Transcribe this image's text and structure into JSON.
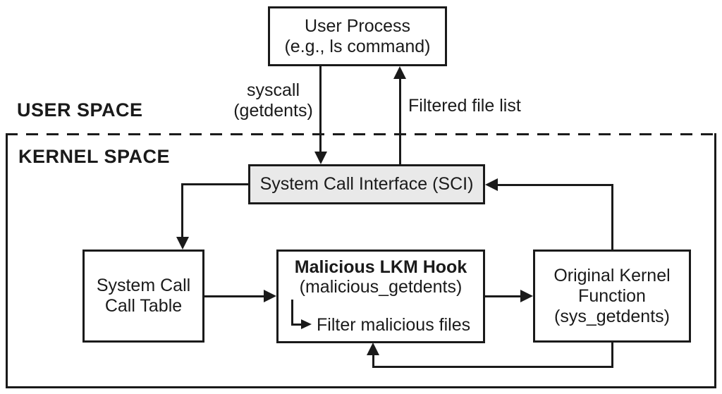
{
  "diagram": {
    "regions": {
      "user_space_label": "USER SPACE",
      "kernel_space_label": "KERNEL SPACE"
    },
    "nodes": {
      "user_process": {
        "line1": "User Process",
        "line2": "(e.g., ls command)"
      },
      "system_call_interface": {
        "label": "System Call Interface (SCI)"
      },
      "system_call_table": {
        "line1": "System Call",
        "line2": "Call Table"
      },
      "malicious_lkm_hook": {
        "title": "Malicious LKM Hook",
        "subtitle": "(malicious_getdents)",
        "action": "Filter malicious files"
      },
      "original_kernel_function": {
        "line1": "Original Kernel",
        "line2": "Function",
        "line3": "(sys_getdents)"
      }
    },
    "edge_labels": {
      "syscall": {
        "line1": "syscall",
        "line2": "(getdents)"
      },
      "filtered_file_list": "Filtered file list"
    },
    "colors": {
      "ink": "#1a1a1a",
      "sci_fill": "#e9e9e9",
      "background": "#ffffff"
    }
  }
}
